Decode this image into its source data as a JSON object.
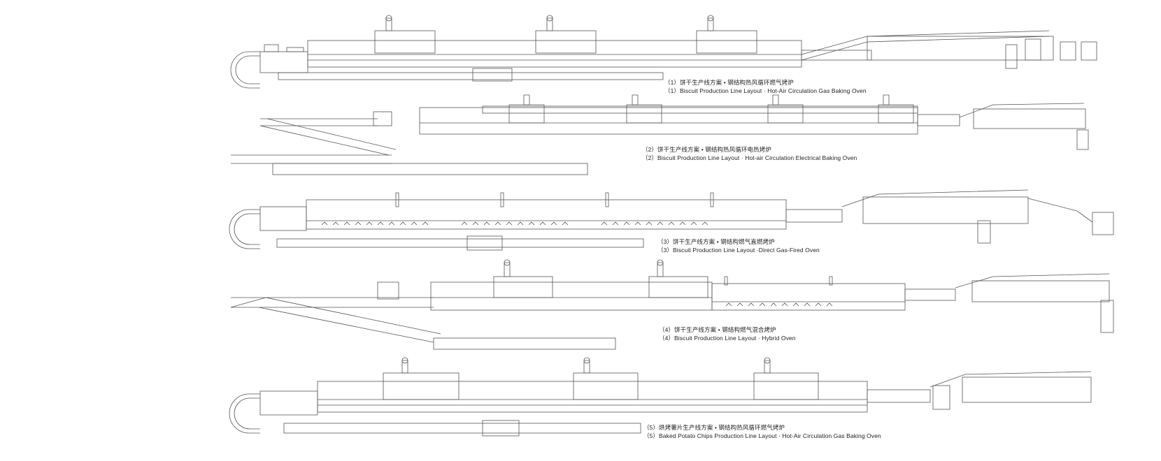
{
  "colors": {
    "background": "#ffffff",
    "line": "#555555",
    "text": "#222222"
  },
  "layouts": [
    {
      "zh": "（1）饼干生产线方案 • 钢结构热风循环燃气烤炉",
      "en": "（1）Biscuit Production Line Layout · Hot-Air Circulation Gas Baking Oven"
    },
    {
      "zh": "（2）饼干生产线方案 • 钢结构热风循环电热烤炉",
      "en": "（2）Biscuit Production Line Layout · Hot-air Circulation Electrical Baking Oven"
    },
    {
      "zh": "（3）饼干生产线方案 • 钢结构燃气直燃烤炉",
      "en": "（3）Biscuit Production Line Layout ·Direct Gas-Fired Oven"
    },
    {
      "zh": "（4）饼干生产线方案 • 钢结构燃气混合烤炉",
      "en": "（4）Biscuit Production Line Layout · Hybrid Oven"
    },
    {
      "zh": "（5）烘烤薯片生产线方案 • 钢结构热风循环燃气烤炉",
      "en": "（5）Baked Potato Chips Production Line Layout · Hot-Air Circulation Gas Baking Oven"
    }
  ]
}
